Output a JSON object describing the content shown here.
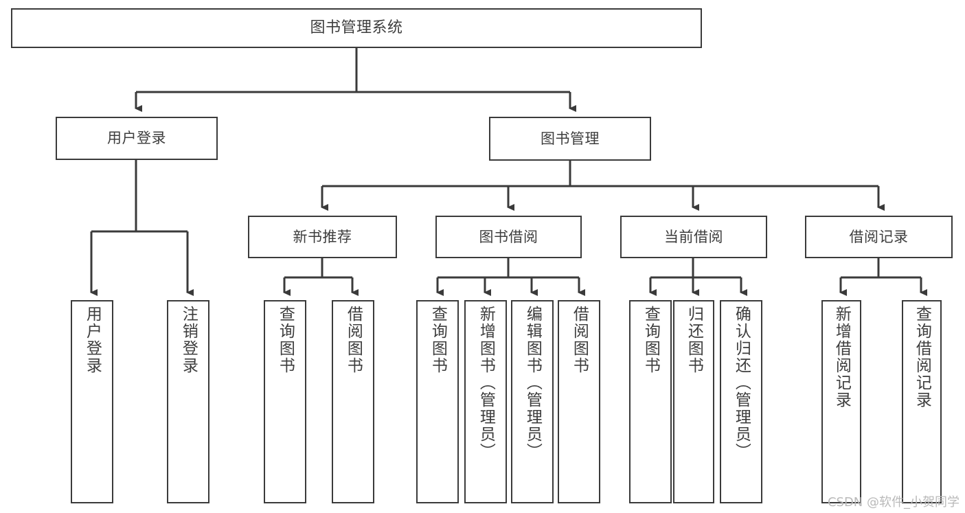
{
  "diagram": {
    "title": "图书管理系统",
    "type": "hierarchy-tree",
    "orientation": "top-down",
    "levels": 4,
    "root": {
      "label": "图书管理系统"
    },
    "level2": [
      {
        "id": "user-login",
        "label": "用户登录"
      },
      {
        "id": "book-management",
        "label": "图书管理"
      }
    ],
    "level3": [
      {
        "id": "new-book-recommend",
        "label": "新书推荐",
        "parent": "book-management"
      },
      {
        "id": "book-borrow",
        "label": "图书借阅",
        "parent": "book-management"
      },
      {
        "id": "current-borrow",
        "label": "当前借阅",
        "parent": "book-management"
      },
      {
        "id": "borrow-record",
        "label": "借阅记录",
        "parent": "book-management"
      }
    ],
    "leaves": {
      "user-login": [
        {
          "id": "leaf-user-login",
          "label": "用户登录"
        },
        {
          "id": "leaf-logout",
          "label": "注销登录"
        }
      ],
      "new-book-recommend": [
        {
          "id": "leaf-query-book-1",
          "label": "查询图书"
        },
        {
          "id": "leaf-borrow-book-1",
          "label": "借阅图书"
        }
      ],
      "book-borrow": [
        {
          "id": "leaf-query-book-2",
          "label": "查询图书"
        },
        {
          "id": "leaf-add-book",
          "label": "新增图书（管理员）"
        },
        {
          "id": "leaf-edit-book",
          "label": "编辑图书（管理员）"
        },
        {
          "id": "leaf-borrow-book-2",
          "label": "借阅图书"
        }
      ],
      "current-borrow": [
        {
          "id": "leaf-query-book-3",
          "label": "查询图书"
        },
        {
          "id": "leaf-return-book",
          "label": "归还图书"
        },
        {
          "id": "leaf-confirm-return",
          "label": "确认归还（管理员）"
        }
      ],
      "borrow-record": [
        {
          "id": "leaf-add-record",
          "label": "新增借阅记录"
        },
        {
          "id": "leaf-query-record",
          "label": "查询借阅记录"
        }
      ]
    }
  },
  "watermark": {
    "text": "CSDN @软件_小贺同学"
  },
  "colors": {
    "stroke": "#3a3a3a",
    "text": "#3d3d3d",
    "background": "#ffffff",
    "watermark": "#b9b9b9"
  }
}
